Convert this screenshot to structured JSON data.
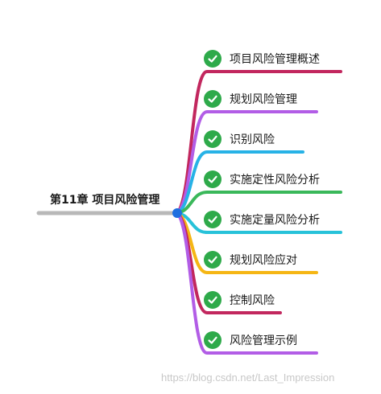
{
  "root": {
    "label": "第11章 项目风险管理",
    "color": "#b8b8b8",
    "dot_color": "#1e6fe0"
  },
  "check_color": "#2eaa4a",
  "branches": [
    {
      "label": "项目风险管理概述",
      "color": "#c2275e",
      "icon": "check-circle-icon"
    },
    {
      "label": "规划风险管理",
      "color": "#b25de6",
      "icon": "check-circle-icon"
    },
    {
      "label": "识别风险",
      "color": "#27b2e6",
      "icon": "check-circle-icon"
    },
    {
      "label": "实施定性风险分析",
      "color": "#3ab85a",
      "icon": "check-circle-icon"
    },
    {
      "label": "实施定量风险分析",
      "color": "#27c2d9",
      "icon": "check-circle-icon"
    },
    {
      "label": "规划风险应对",
      "color": "#f5b614",
      "icon": "check-circle-icon"
    },
    {
      "label": "控制风险",
      "color": "#c2275e",
      "icon": "check-circle-icon"
    },
    {
      "label": "风险管理示例",
      "color": "#b25de6",
      "icon": "check-circle-icon"
    }
  ],
  "watermark": "https://blog.csdn.net/Last_Impression"
}
